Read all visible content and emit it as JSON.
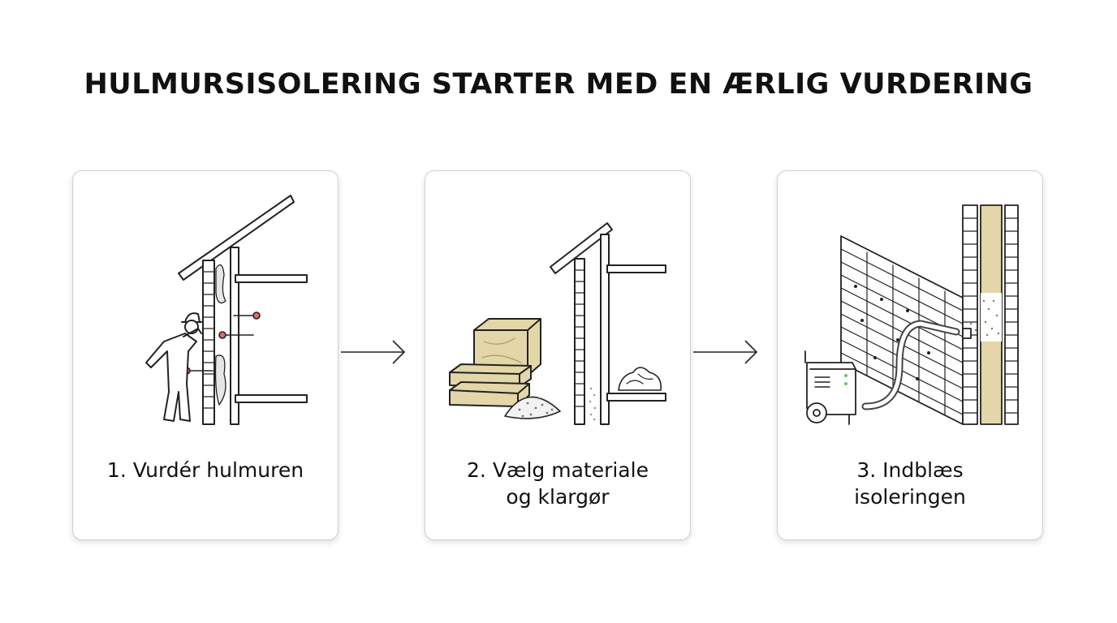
{
  "title": "HULMURSISOLERING STARTER MED EN ÆRLIG VURDERING",
  "steps": [
    {
      "label_lines": [
        "1. Vurdér hulmuren"
      ],
      "icon": "wall-inspection-icon"
    },
    {
      "label_lines": [
        "2. Vælg materiale",
        "og klargør"
      ],
      "icon": "insulation-materials-icon"
    },
    {
      "label_lines": [
        "3. Indblæs",
        "isoleringen"
      ],
      "icon": "blowing-machine-icon"
    }
  ],
  "colors": {
    "stroke": "#222222",
    "insulation": "#e3d6a8",
    "insulation_dark": "#c9b77a",
    "marker": "#e06a6a",
    "card_border": "#cfcfcf"
  }
}
